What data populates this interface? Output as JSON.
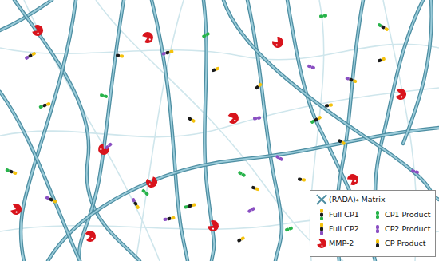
{
  "diagram": {
    "legend": [
      {
        "text": "(RADA)₄ Matrix"
      },
      {
        "text": "Full CP1"
      },
      {
        "text": "CP1 Product"
      },
      {
        "text": "Full CP2"
      },
      {
        "text": "CP2 Product"
      },
      {
        "text": "MMP-2"
      },
      {
        "text": "CP Product"
      }
    ]
  }
}
